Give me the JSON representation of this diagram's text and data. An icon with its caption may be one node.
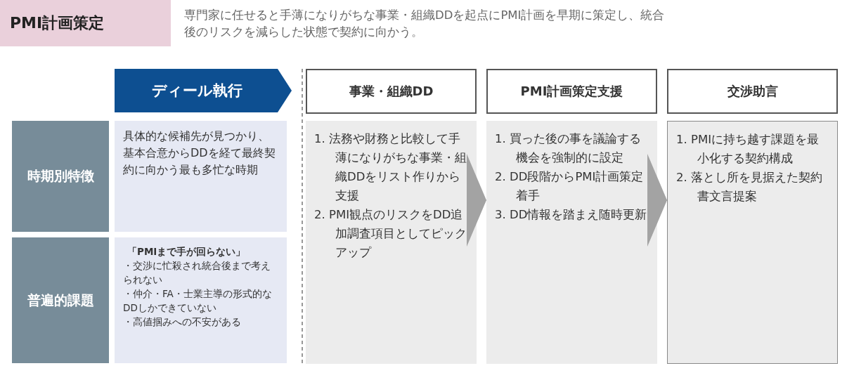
{
  "diagram": {
    "title": "PMI計画策定",
    "labels": [
      "専門家に任せると手薄になりがちな事業・組織DDを起点にPMI計画を早期に策定し、統合後のリスクを減らした状態で契約に向かう。"
    ],
    "nodes": [
      {
        "text": [
          "ディール執行"
        ]
      },
      {
        "text": [
          "時期別特徴"
        ]
      },
      {
        "text": [
          "具体的な候補先が見つかり、基本合意からDDを経て最終契約に向かう最も多忙な時期"
        ]
      },
      {
        "text": [
          "普遍的課題"
        ]
      },
      {
        "text": [
          "「PMIまで手が回らない」",
          "・交渉に忙殺され統合後まで考えられない",
          "・仲介・FA・士業主導の形式的なDDしかできていない",
          "・高値掴みへの不安がある"
        ]
      },
      {
        "text": [
          "事業・組織DD"
        ]
      },
      {
        "text": [
          "1. 法務や財務と比較して手薄になりがちな事業・組織DDをリスト作りから支援",
          "2. PMI観点のリスクをDD追加調査項目としてピックアップ"
        ]
      },
      {
        "text": [
          "PMI計画策定支援"
        ]
      },
      {
        "text": [
          "1. 買った後の事を議論する機会を強制的に設定",
          "2. DD段階からPMI計画策定着手",
          "3. DD情報を踏まえ随時更新"
        ]
      },
      {
        "text": [
          "交渉助言"
        ]
      },
      {
        "text": [
          "1. PMIに持ち越す課題を最小化する契約構成",
          "2. 落とし所を見据えた契約書文言提案"
        ]
      }
    ],
    "edges": [
      {
        "from": 6,
        "to": 8,
        "arrow": "to"
      },
      {
        "from": 8,
        "to": 10,
        "arrow": "to"
      }
    ]
  }
}
